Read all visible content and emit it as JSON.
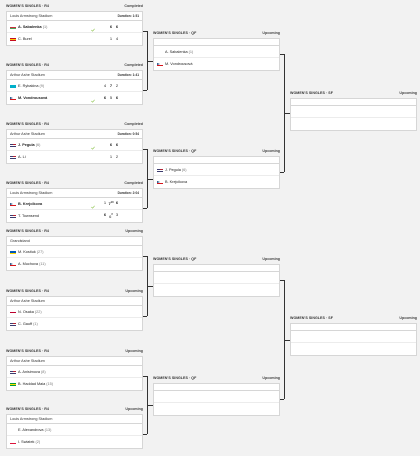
{
  "columns": [
    {
      "matches": [
        {
          "round": "WOMEN'S SINGLES · R4",
          "status": "Completed",
          "venue": "Louis Armstrong Stadium",
          "duration": "Duration: 1:51",
          "players": [
            {
              "name": "A. Sabalenka",
              "seed": "(1)",
              "flag": "by",
              "winner": true,
              "scores": [
                "6",
                "6"
              ]
            },
            {
              "name": "C. Burel",
              "seed": "",
              "flag": "es",
              "winner": false,
              "scores": [
                "1",
                "4"
              ]
            }
          ]
        },
        {
          "round": "WOMEN'S SINGLES · R4",
          "status": "Completed",
          "venue": "Arthur Ashe Stadium",
          "duration": "Duration: 1:41",
          "players": [
            {
              "name": "E. Rybakina",
              "seed": "(9)",
              "flag": "kz",
              "winner": false,
              "scores": [
                "4",
                "7",
                "2"
              ],
              "tb": [
                "",
                "",
                ""
              ]
            },
            {
              "name": "M. Vondrousová",
              "seed": "",
              "flag": "cz",
              "winner": true,
              "scores": [
                "6",
                "5",
                "6"
              ],
              "tb": [
                "",
                "",
                ""
              ]
            }
          ]
        },
        {
          "round": "WOMEN'S SINGLES · R4",
          "status": "Completed",
          "venue": "Arthur Ashe Stadium",
          "duration": "Duration: 0:54",
          "players": [
            {
              "name": "J. Pegula",
              "seed": "(6)",
              "flag": "us",
              "winner": true,
              "scores": [
                "6",
                "6"
              ]
            },
            {
              "name": "A. Li",
              "seed": "",
              "flag": "us",
              "winner": false,
              "scores": [
                "1",
                "2"
              ]
            }
          ]
        },
        {
          "round": "WOMEN'S SINGLES · R4",
          "status": "Completed",
          "venue": "Louis Armstrong Stadium",
          "duration": "Duration: 2:04",
          "players": [
            {
              "name": "B. Krejcikova",
              "seed": "",
              "flag": "cz",
              "winner": true,
              "scores": [
                "1",
                "7",
                "6"
              ],
              "tb": [
                "",
                "10",
                ""
              ]
            },
            {
              "name": "T. Townsend",
              "seed": "",
              "flag": "us",
              "winner": false,
              "scores": [
                "6",
                "6",
                "3"
              ],
              "tb": [
                "",
                "8",
                ""
              ]
            }
          ]
        },
        {
          "round": "WOMEN'S SINGLES · R4",
          "status": "Upcoming",
          "venue": "Grandstand",
          "duration": "",
          "players": [
            {
              "name": "M. Kostiuk",
              "seed": "(27)",
              "flag": "ua",
              "winner": false,
              "scores": []
            },
            {
              "name": "A. Muchova",
              "seed": "(11)",
              "flag": "cz",
              "winner": false,
              "scores": []
            }
          ]
        },
        {
          "round": "WOMEN'S SINGLES · R4",
          "status": "Upcoming",
          "venue": "Arthur Ashe Stadium",
          "duration": "",
          "players": [
            {
              "name": "N. Osaka",
              "seed": "(22)",
              "flag": "jp",
              "winner": false,
              "scores": []
            },
            {
              "name": "C. Gauff",
              "seed": "(1)",
              "flag": "us",
              "winner": false,
              "scores": []
            }
          ]
        },
        {
          "round": "WOMEN'S SINGLES · R4",
          "status": "Upcoming",
          "venue": "Arthur Ashe Stadium",
          "duration": "",
          "players": [
            {
              "name": "A. Anisimova",
              "seed": "(8)",
              "flag": "us",
              "winner": false,
              "scores": []
            },
            {
              "name": "B. Haddad Maia",
              "seed": "(15)",
              "flag": "br",
              "winner": false,
              "scores": []
            }
          ]
        },
        {
          "round": "WOMEN'S SINGLES · R4",
          "status": "Upcoming",
          "venue": "Louis Armstrong Stadium",
          "duration": "",
          "players": [
            {
              "name": "E. Alexandrova",
              "seed": "(13)",
              "flag": "",
              "winner": false,
              "scores": []
            },
            {
              "name": "I. Swiatek",
              "seed": "(2)",
              "flag": "pl",
              "winner": false,
              "scores": []
            }
          ]
        }
      ]
    },
    {
      "matches": [
        {
          "round": "WOMEN'S SINGLES · QF",
          "status": "Upcoming",
          "players": [
            {
              "name": "A. Sabalenka",
              "seed": "(1)",
              "flag": "",
              "winner": false,
              "scores": []
            },
            {
              "name": "M. Vondrousová",
              "seed": "",
              "flag": "cz",
              "winner": false,
              "scores": []
            }
          ]
        },
        {
          "round": "WOMEN'S SINGLES · QF",
          "status": "Upcoming",
          "players": [
            {
              "name": "J. Pegula",
              "seed": "(6)",
              "flag": "us",
              "winner": false,
              "scores": []
            },
            {
              "name": "B. Krejcikova",
              "seed": "",
              "flag": "cz",
              "winner": false,
              "scores": []
            }
          ]
        },
        {
          "round": "WOMEN'S SINGLES · QF",
          "status": "Upcoming",
          "players": [
            {
              "name": "",
              "seed": "",
              "flag": "",
              "winner": false,
              "scores": []
            },
            {
              "name": "",
              "seed": "",
              "flag": "",
              "winner": false,
              "scores": []
            }
          ]
        },
        {
          "round": "WOMEN'S SINGLES · QF",
          "status": "Upcoming",
          "players": [
            {
              "name": "",
              "seed": "",
              "flag": "",
              "winner": false,
              "scores": []
            },
            {
              "name": "",
              "seed": "",
              "flag": "",
              "winner": false,
              "scores": []
            }
          ]
        }
      ]
    },
    {
      "matches": [
        {
          "round": "WOMEN'S SINGLES · SF",
          "status": "Upcoming",
          "players": [
            {
              "name": "",
              "seed": "",
              "flag": "",
              "winner": false,
              "scores": []
            },
            {
              "name": "",
              "seed": "",
              "flag": "",
              "winner": false,
              "scores": []
            }
          ]
        },
        {
          "round": "WOMEN'S SINGLES · SF",
          "status": "Upcoming",
          "players": [
            {
              "name": "",
              "seed": "",
              "flag": "",
              "winner": false,
              "scores": []
            },
            {
              "name": "",
              "seed": "",
              "flag": "",
              "winner": false,
              "scores": []
            }
          ]
        }
      ]
    }
  ],
  "flags": {
    "by": [
      "#ffffff",
      "#c8313e",
      "#4aa657"
    ],
    "es": [
      "#c60b1e",
      "#ffc400",
      "#c60b1e"
    ],
    "kz": [
      "#00afca",
      "#00afca",
      "#00afca"
    ],
    "cz": [
      "#ffffff",
      "#ffffff",
      "#d7141a"
    ],
    "us": [
      "#b22234",
      "#ffffff",
      "#3c3b6e"
    ],
    "ua": [
      "#0057b7",
      "#0057b7",
      "#ffd700"
    ],
    "jp": [
      "#ffffff",
      "#bc002d",
      "#ffffff"
    ],
    "br": [
      "#009c3b",
      "#ffdf00",
      "#009c3b"
    ],
    "pl": [
      "#ffffff",
      "#ffffff",
      "#dc143c"
    ]
  },
  "colors": {
    "check": "#8bc34a",
    "line": "#333333"
  }
}
